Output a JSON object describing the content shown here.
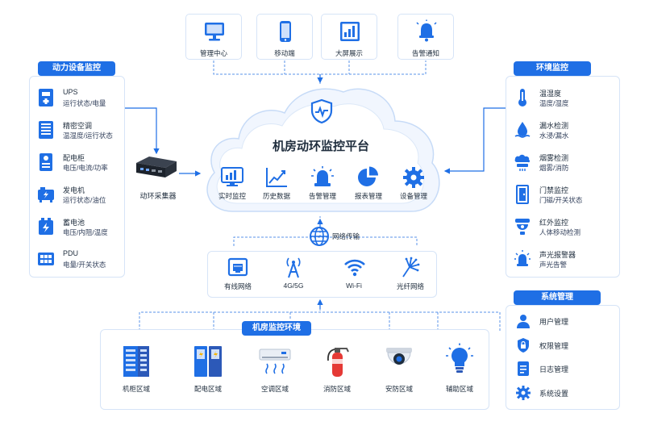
{
  "platform": {
    "title": "机房动环监控平台"
  },
  "top_clients": [
    {
      "label": "管理中心",
      "icon": "monitor-icon"
    },
    {
      "label": "移动端",
      "icon": "mobile-phone-icon"
    },
    {
      "label": "大屏展示",
      "icon": "big-screen-chart-icon"
    },
    {
      "label": "告警通知",
      "icon": "bell-icon"
    }
  ],
  "platform_functions": [
    {
      "label": "实时监控",
      "icon": "realtime-monitor-icon"
    },
    {
      "label": "历史数据",
      "icon": "line-chart-icon"
    },
    {
      "label": "告警管理",
      "icon": "alarm-light-icon"
    },
    {
      "label": "报表管理",
      "icon": "pie-chart-icon"
    },
    {
      "label": "设备管理",
      "icon": "gear-icon"
    }
  ],
  "power_panel": {
    "title": "动力设备监控",
    "items": [
      {
        "name": "UPS",
        "desc": "运行状态/电量",
        "icon": "ups-icon"
      },
      {
        "name": "精密空调",
        "desc": "温湿度/运行状态",
        "icon": "precision-ac-icon"
      },
      {
        "name": "配电柜",
        "desc": "电压/电流/功率",
        "icon": "distribution-cabinet-icon"
      },
      {
        "name": "发电机",
        "desc": "运行状态/油位",
        "icon": "generator-icon"
      },
      {
        "name": "蓄电池",
        "desc": "电压/内阻/温度",
        "icon": "battery-icon"
      },
      {
        "name": "PDU",
        "desc": "电量/开关状态",
        "icon": "pdu-icon"
      }
    ]
  },
  "collector": {
    "label": "动环采集器"
  },
  "env_panel": {
    "title": "环境监控",
    "items": [
      {
        "name": "温湿度",
        "desc": "温度/湿度",
        "icon": "thermometer-icon"
      },
      {
        "name": "漏水检测",
        "desc": "水浸/漏水",
        "icon": "water-leak-icon"
      },
      {
        "name": "烟雾检测",
        "desc": "烟雾/消防",
        "icon": "smoke-detector-icon"
      },
      {
        "name": "门禁监控",
        "desc": "门磁/开关状态",
        "icon": "door-access-icon"
      },
      {
        "name": "红外监控",
        "desc": "人体移动检测",
        "icon": "infrared-sensor-icon"
      },
      {
        "name": "声光报警器",
        "desc": "声光告警",
        "icon": "siren-icon"
      }
    ]
  },
  "network": {
    "title": "网络传输",
    "items": [
      {
        "label": "有线网络",
        "icon": "ethernet-port-icon"
      },
      {
        "label": "4G/5G",
        "icon": "cell-tower-icon"
      },
      {
        "label": "Wi-Fi",
        "icon": "wifi-icon"
      },
      {
        "label": "光纤网络",
        "icon": "fiber-optic-icon"
      }
    ]
  },
  "room": {
    "title": "机房监控环境",
    "items": [
      {
        "label": "机柜区域",
        "icon": "server-rack-icon"
      },
      {
        "label": "配电区域",
        "icon": "power-cabinet-icon"
      },
      {
        "label": "空调区域",
        "icon": "air-conditioner-icon"
      },
      {
        "label": "消防区域",
        "icon": "fire-extinguisher-icon"
      },
      {
        "label": "安防区域",
        "icon": "security-camera-icon"
      },
      {
        "label": "辅助区域",
        "icon": "light-bulb-icon"
      }
    ]
  },
  "sys_panel": {
    "title": "系统管理",
    "items": [
      {
        "label": "用户管理",
        "icon": "user-icon"
      },
      {
        "label": "权限管理",
        "icon": "lock-icon"
      },
      {
        "label": "日志管理",
        "icon": "log-document-icon"
      },
      {
        "label": "系统设置",
        "icon": "settings-gear-icon"
      }
    ]
  },
  "colors": {
    "primary": "#1f6fe5",
    "border": "#d6e4f7",
    "text": "#1f2d3d"
  }
}
